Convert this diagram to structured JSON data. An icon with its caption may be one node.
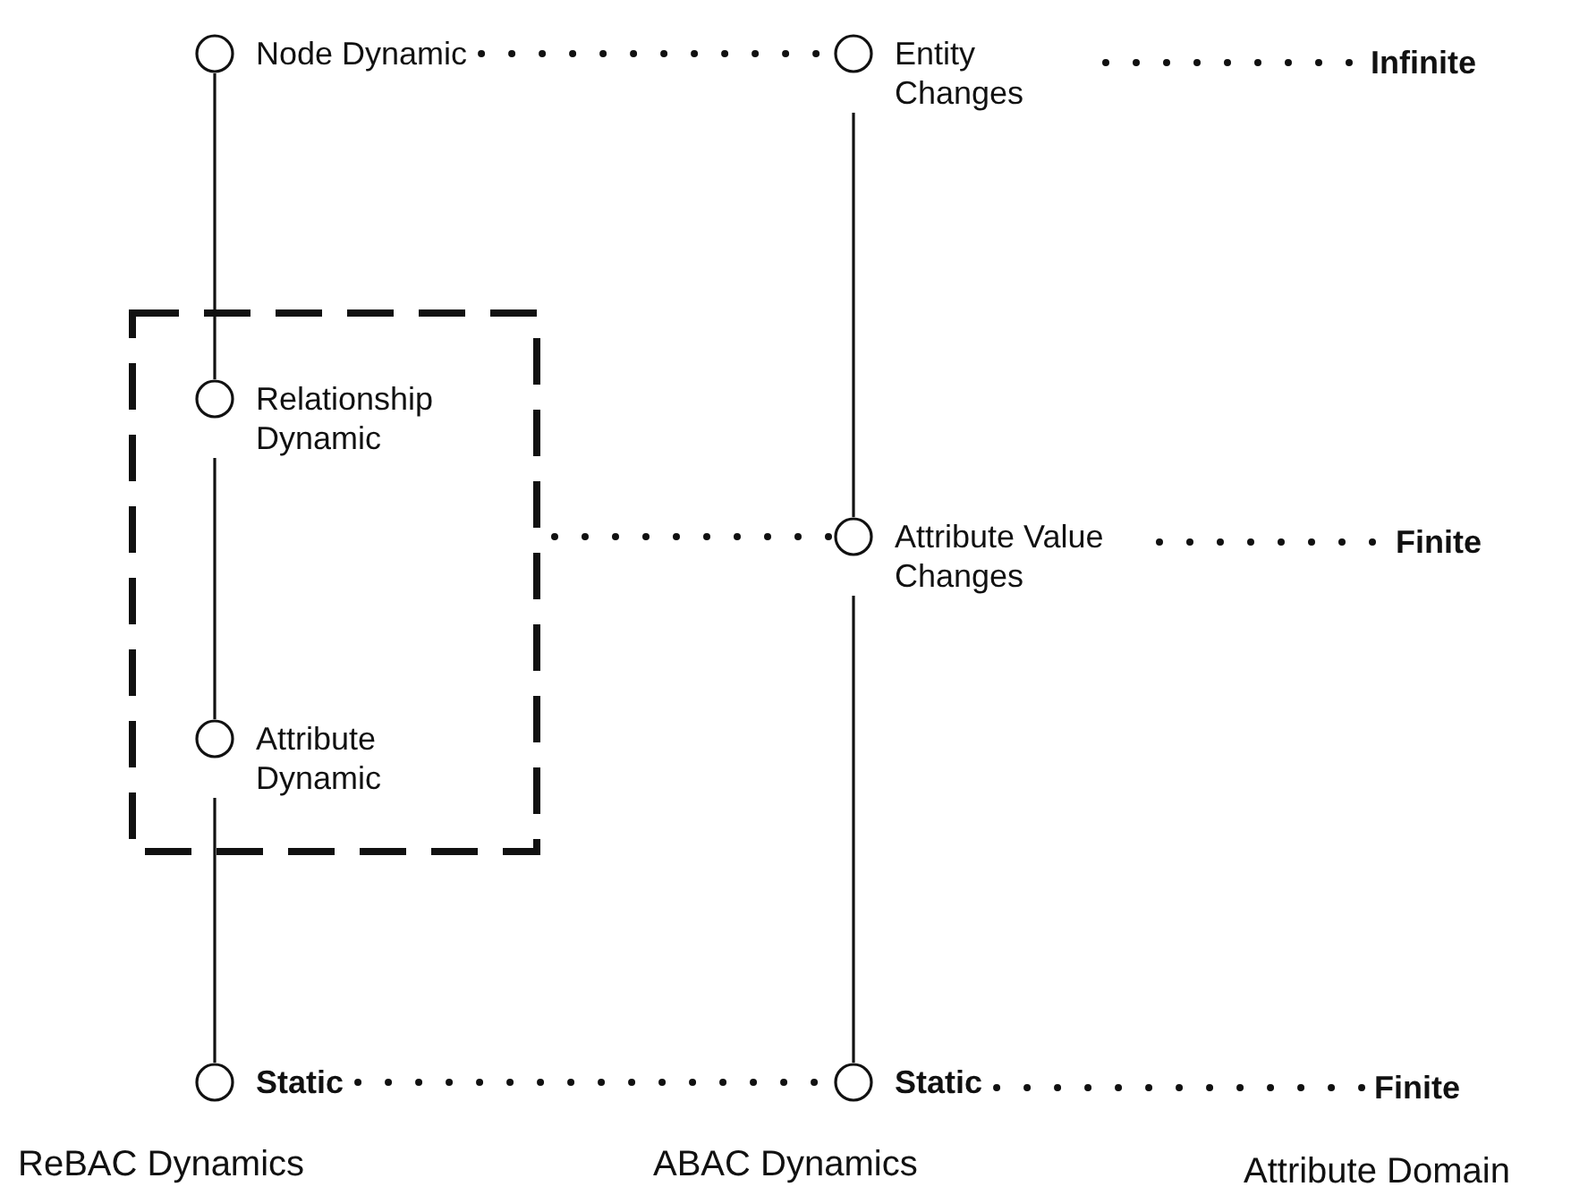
{
  "diagram": {
    "nodes": [
      {
        "text": [
          "Node Dynamic"
        ]
      },
      {
        "text": [
          "Entity Changes"
        ]
      },
      {
        "text": [
          "Infinite"
        ]
      },
      {
        "text": [],
        "shape": "box"
      },
      {
        "text": [
          "Relationship Dynamic"
        ],
        "in": 3
      },
      {
        "text": [
          "Attribute Dynamic"
        ],
        "in": 3
      },
      {
        "text": [
          "Attribute Value Changes"
        ]
      },
      {
        "text": [
          "Finite"
        ]
      },
      {
        "text": [
          "Static"
        ]
      },
      {
        "text": [
          "Static"
        ]
      },
      {
        "text": [
          "Finite"
        ]
      }
    ],
    "edges": [
      {
        "from": 0,
        "to": 1,
        "arrow": "none",
        "style": "dashed"
      },
      {
        "from": 1,
        "to": 2,
        "arrow": "none",
        "style": "dashed"
      },
      {
        "from": 0,
        "to": 4,
        "arrow": "none"
      },
      {
        "from": 4,
        "to": 5,
        "arrow": "none"
      },
      {
        "from": 5,
        "to": 8,
        "arrow": "none"
      },
      {
        "from": 1,
        "to": 6,
        "arrow": "none"
      },
      {
        "from": 6,
        "to": 9,
        "arrow": "none"
      },
      {
        "from": 3,
        "to": 6,
        "arrow": "none",
        "style": "dashed"
      },
      {
        "from": 6,
        "to": 7,
        "arrow": "none",
        "style": "dashed"
      },
      {
        "from": 8,
        "to": 9,
        "arrow": "none",
        "style": "dashed"
      },
      {
        "from": 9,
        "to": 10,
        "arrow": "none",
        "style": "dashed"
      }
    ],
    "labels": [
      "ReBAC Dynamics",
      "ABAC Dynamics",
      "Attribute Domain"
    ]
  }
}
